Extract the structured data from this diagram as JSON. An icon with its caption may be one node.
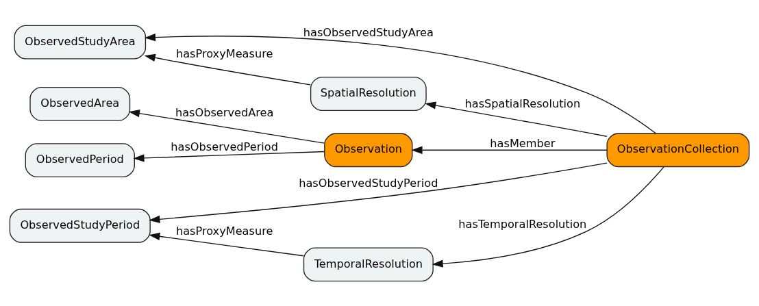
{
  "diagram": {
    "nodes": [
      {
        "text": [
          "ObservedStudyArea"
        ]
      },
      {
        "text": [
          "ObservedArea"
        ]
      },
      {
        "text": [
          "Observation"
        ]
      },
      {
        "text": [
          "ObservationCollection"
        ]
      },
      {
        "text": [
          "SpatialResolution"
        ]
      },
      {
        "text": [
          "ObservedPeriod"
        ]
      },
      {
        "text": [
          "TemporalResolution"
        ]
      },
      {
        "text": [
          "ObservedStudyPeriod"
        ]
      }
    ],
    "edges": [
      {
        "from": 4,
        "to": 0,
        "arrow": "to",
        "label": "hasProxyMeasure"
      },
      {
        "from": 3,
        "to": 0,
        "arrow": "to",
        "label": "hasObservedStudyArea"
      },
      {
        "from": 2,
        "to": 1,
        "arrow": "to",
        "label": "hasObservedArea"
      },
      {
        "from": 3,
        "to": 4,
        "arrow": "to",
        "label": "hasSpatialResolution"
      },
      {
        "from": 3,
        "to": 2,
        "arrow": "to",
        "label": "hasMember"
      },
      {
        "from": 2,
        "to": 5,
        "arrow": "to",
        "label": "hasObservedPeriod"
      },
      {
        "from": 3,
        "to": 6,
        "arrow": "to",
        "label": "hasTemporalResolution"
      },
      {
        "from": 3,
        "to": 7,
        "arrow": "to",
        "label": "hasObservedStudyPeriod"
      },
      {
        "from": 6,
        "to": 7,
        "arrow": "to",
        "label": "hasProxyMeasure"
      }
    ]
  }
}
